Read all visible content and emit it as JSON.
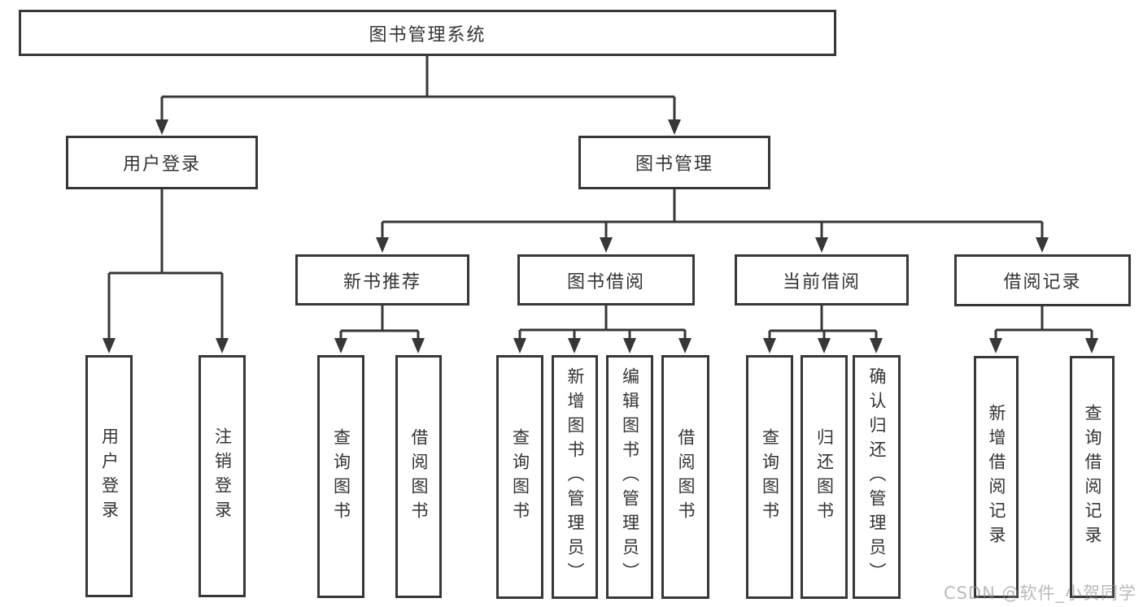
{
  "tree": {
    "label": "图书管理系统",
    "children": [
      {
        "label": "用户登录",
        "children": [
          {
            "label": "用户登录"
          },
          {
            "label": "注销登录"
          }
        ]
      },
      {
        "label": "图书管理",
        "children": [
          {
            "label": "新书推荐",
            "children": [
              {
                "label": "查询图书"
              },
              {
                "label": "借阅图书"
              }
            ]
          },
          {
            "label": "图书借阅",
            "children": [
              {
                "label": "查询图书"
              },
              {
                "label": "新增图书（管理员）"
              },
              {
                "label": "编辑图书（管理员）"
              },
              {
                "label": "借阅图书"
              }
            ]
          },
          {
            "label": "当前借阅",
            "children": [
              {
                "label": "查询图书"
              },
              {
                "label": "归还图书"
              },
              {
                "label": "确认归还（管理员）"
              }
            ]
          },
          {
            "label": "借阅记录",
            "children": [
              {
                "label": "新增借阅记录"
              },
              {
                "label": "查询借阅记录"
              }
            ]
          }
        ]
      }
    ]
  },
  "watermark": {
    "text": "CSDN @软件_小贺同学"
  },
  "colors": {
    "line": "#373737",
    "text": "#333333",
    "background": "#ffffff",
    "watermark": "#8c8c8c"
  }
}
